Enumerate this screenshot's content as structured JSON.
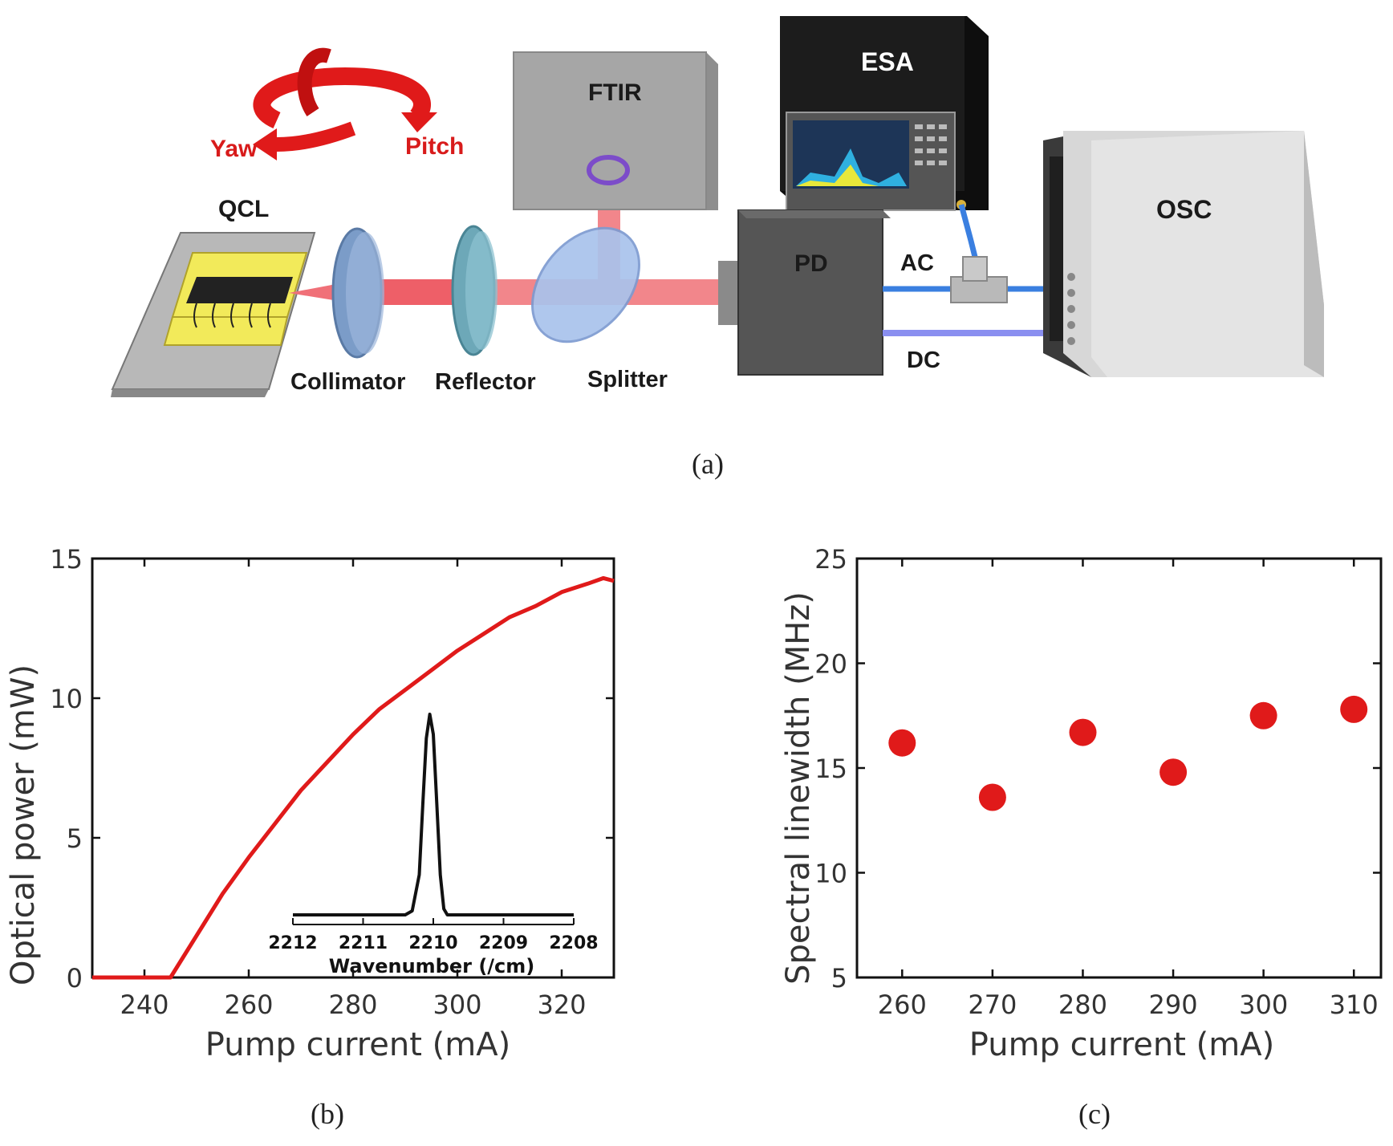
{
  "setup": {
    "labels": {
      "yaw": "Yaw",
      "pitch": "Pitch",
      "qcl": "QCL",
      "ftir": "FTIR",
      "esa": "ESA",
      "osc": "OSC",
      "pd": "PD",
      "ac": "AC",
      "dc": "DC",
      "collimator": "Collimator",
      "reflector": "Reflector",
      "splitter": "Splitter"
    },
    "caption": "(a)",
    "colors": {
      "beam": "#f2868b",
      "rotation_arrow": "#e01a1a",
      "coax_ac": "#3a7fe0",
      "coax_dc": "#8a8ff0"
    }
  },
  "chart_data": [
    {
      "type": "line",
      "caption": "(b)",
      "xlabel": "Pump current (mA)",
      "ylabel": "Optical power (mW)",
      "xlim": [
        230,
        330
      ],
      "ylim": [
        0,
        15
      ],
      "xticks": [
        240,
        260,
        280,
        300,
        320
      ],
      "yticks": [
        0,
        5,
        10,
        15
      ],
      "color": "#e01a1a",
      "x": [
        230,
        245,
        250,
        255,
        260,
        265,
        270,
        275,
        280,
        285,
        290,
        295,
        300,
        305,
        310,
        315,
        320,
        325,
        328,
        330
      ],
      "y": [
        0,
        0,
        1.5,
        3.0,
        4.3,
        5.5,
        6.7,
        7.7,
        8.7,
        9.6,
        10.3,
        11.0,
        11.7,
        12.3,
        12.9,
        13.3,
        13.8,
        14.1,
        14.3,
        14.2
      ],
      "inset": {
        "type": "line",
        "xlabel": "Wavenumber (/cm)",
        "xticks": [
          2212,
          2211,
          2210,
          2209,
          2208
        ],
        "xlim": [
          2212,
          2208
        ],
        "ylim": [
          0,
          1
        ],
        "x": [
          2212,
          2210.4,
          2210.3,
          2210.2,
          2210.15,
          2210.1,
          2210.05,
          2210.0,
          2209.95,
          2209.9,
          2209.85,
          2209.8,
          2208
        ],
        "y": [
          0,
          0,
          0.02,
          0.2,
          0.55,
          0.88,
          1.0,
          0.9,
          0.55,
          0.2,
          0.03,
          0,
          0
        ]
      }
    },
    {
      "type": "scatter",
      "caption": "(c)",
      "xlabel": "Pump current (mA)",
      "ylabel": "Spectral linewidth (MHz)",
      "xlim": [
        255,
        313
      ],
      "ylim": [
        5,
        25
      ],
      "xticks": [
        260,
        270,
        280,
        290,
        300,
        310
      ],
      "yticks": [
        5,
        10,
        15,
        20,
        25
      ],
      "color": "#e01a1a",
      "x": [
        260,
        270,
        280,
        290,
        300,
        310
      ],
      "y": [
        16.2,
        13.6,
        16.7,
        14.8,
        17.5,
        17.8
      ]
    }
  ]
}
